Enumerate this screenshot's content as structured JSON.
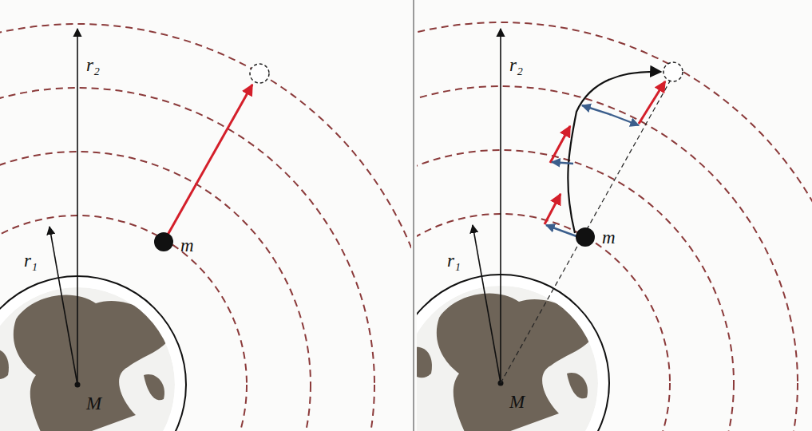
{
  "diagram": {
    "labels": [
      "r₂",
      "r₁",
      "m",
      "M",
      "r₂",
      "r₁",
      "m",
      "M"
    ]
  }
}
